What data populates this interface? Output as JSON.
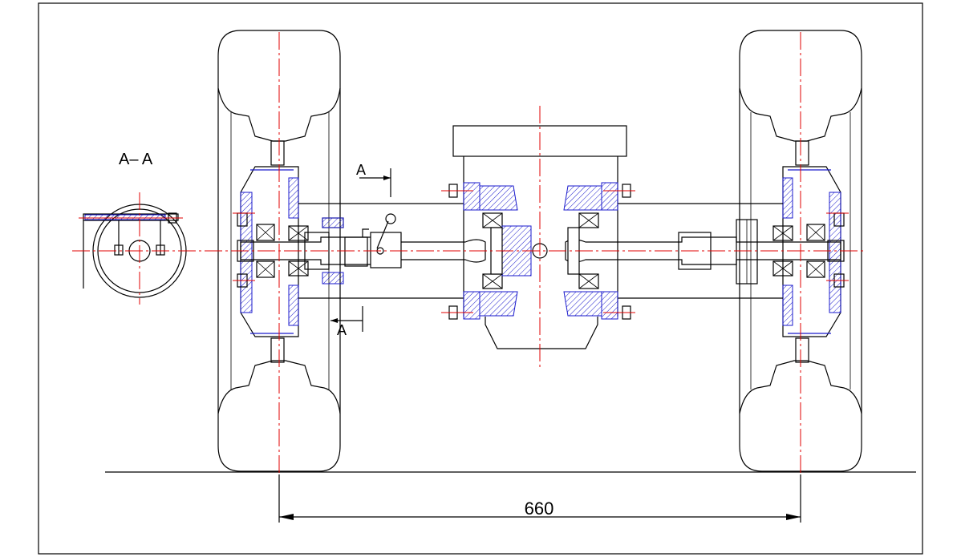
{
  "section_label": "A– A",
  "cut_markers": {
    "top": "A",
    "bottom": "A"
  },
  "dimension": {
    "value": "660"
  },
  "colors": {
    "outline": "#000000",
    "center_lines": "#e00000",
    "hatch": "#1a1acc",
    "background": "#ffffff"
  }
}
